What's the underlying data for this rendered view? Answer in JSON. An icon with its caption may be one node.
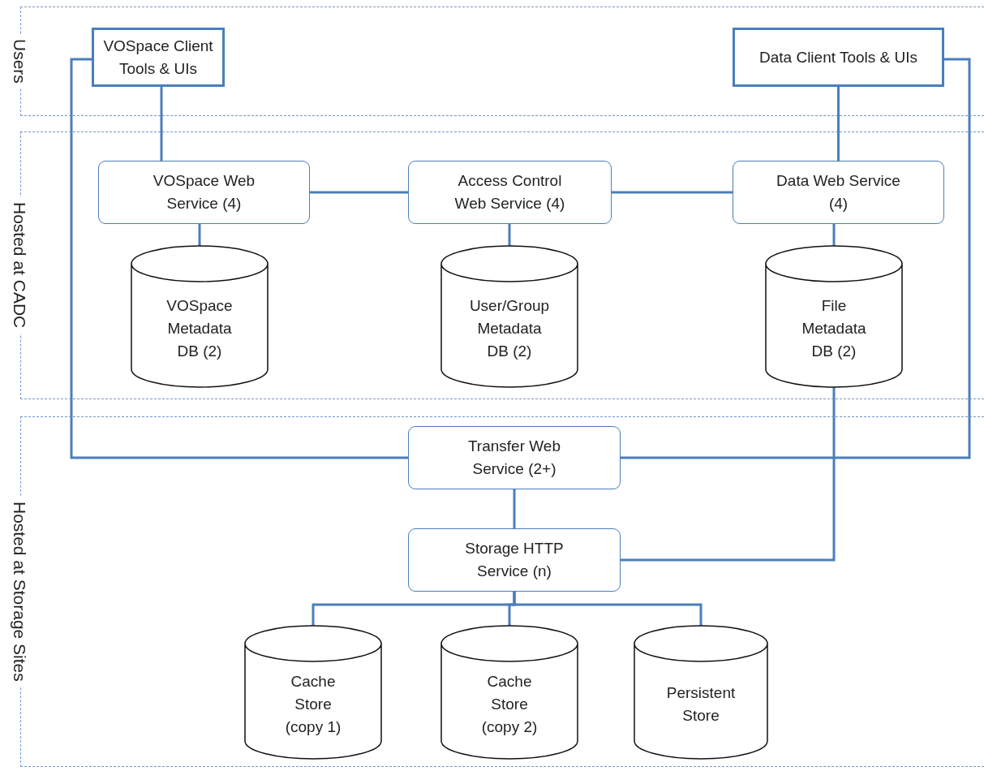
{
  "diagram": {
    "nodes": [
      {
        "text": [
          "Users"
        ]
      },
      {
        "text": [
          "VOSpace Client Tools & UIs"
        ],
        "in": 0
      },
      {
        "text": [
          "Data Client Tools & UIs"
        ],
        "in": 0
      },
      {
        "text": [
          "Hosted at CADC"
        ]
      },
      {
        "text": [
          "VOSpace Web Service (4)"
        ],
        "in": 3
      },
      {
        "text": [
          "Access Control Web Service (4)"
        ],
        "in": 3
      },
      {
        "text": [
          "Data Web Service (4)"
        ],
        "in": 3
      },
      {
        "text": [
          "VOSpace Metadata DB (2)"
        ],
        "in": 3
      },
      {
        "text": [
          "User/Group Metadata DB (2)"
        ],
        "in": 3
      },
      {
        "text": [
          "File Metadata DB (2)"
        ],
        "in": 3
      },
      {
        "text": [
          "Hosted at Storage Sites"
        ]
      },
      {
        "text": [
          "Transfer Web Service (2+)"
        ],
        "in": 10
      },
      {
        "text": [
          "Storage HTTP Service (n)"
        ],
        "in": 10
      },
      {
        "text": [
          "Cache Store (copy 1)"
        ],
        "in": 10
      },
      {
        "text": [
          "Cache Store (copy 2)"
        ],
        "in": 10
      },
      {
        "text": [
          "Persistent Store"
        ],
        "in": 10
      }
    ],
    "edges": [
      {
        "from": 1,
        "to": 4,
        "arrow": "none"
      },
      {
        "from": 2,
        "to": 6,
        "arrow": "none"
      },
      {
        "from": 4,
        "to": 5,
        "arrow": "none"
      },
      {
        "from": 5,
        "to": 6,
        "arrow": "none"
      },
      {
        "from": 4,
        "to": 7,
        "arrow": "none"
      },
      {
        "from": 5,
        "to": 8,
        "arrow": "none"
      },
      {
        "from": 6,
        "to": 9,
        "arrow": "none"
      },
      {
        "from": 1,
        "to": 11,
        "arrow": "none"
      },
      {
        "from": 2,
        "to": 11,
        "arrow": "none"
      },
      {
        "from": 11,
        "to": 12,
        "arrow": "none"
      },
      {
        "from": 9,
        "to": 12,
        "arrow": "none"
      },
      {
        "from": 12,
        "to": 13,
        "arrow": "none"
      },
      {
        "from": 12,
        "to": 14,
        "arrow": "none"
      },
      {
        "from": 12,
        "to": 15,
        "arrow": "none"
      }
    ]
  }
}
